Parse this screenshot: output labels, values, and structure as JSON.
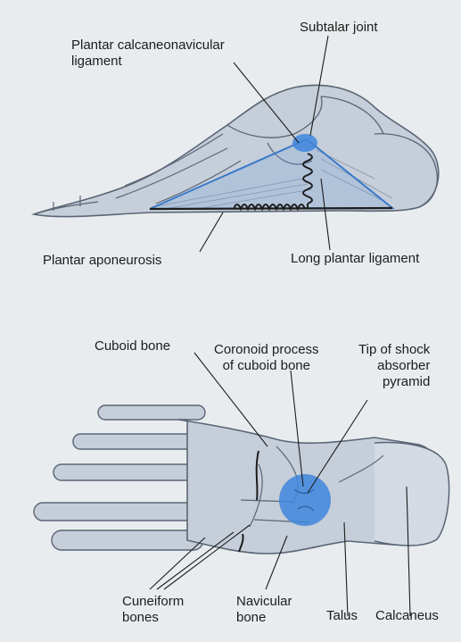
{
  "colors": {
    "background": "#e9ecee",
    "bone_fill": "#c5ced9",
    "bone_stroke": "#5a6575",
    "blue_accent": "#3a78c8",
    "blue_disc": "#3f86dc",
    "line": "#1c1c1c"
  },
  "top_diagram": {
    "labels": {
      "subtalar_joint": "Subtalar joint",
      "plantar_calcaneonavicular": "Plantar calcaneonavicular\nligament",
      "plantar_aponeurosis": "Plantar aponeurosis",
      "long_plantar_ligament": "Long plantar ligament"
    }
  },
  "bottom_diagram": {
    "labels": {
      "cuboid_bone": "Cuboid bone",
      "coronoid_process": "Coronoid process\nof cuboid bone",
      "tip_of_shock": "Tip of shock\nabsorber\npyramid",
      "cuneiform_bones": "Cuneiform\nbones",
      "navicular_bone": "Navicular\nbone",
      "talus": "Talus",
      "calcaneus": "Calcaneus"
    }
  }
}
